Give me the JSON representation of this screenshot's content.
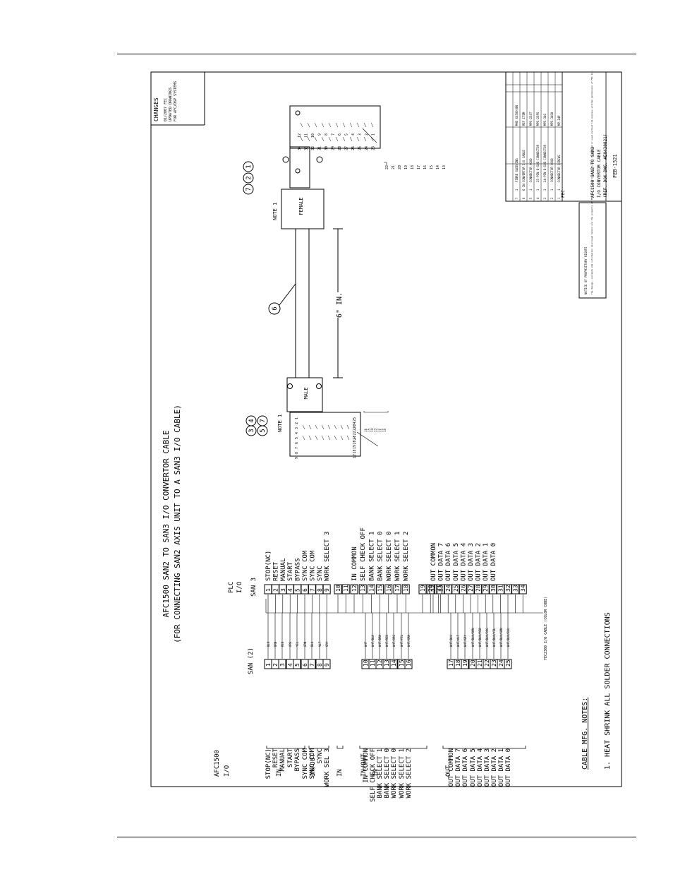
{
  "title": {
    "line1": "AFC1500 SAN2 TO SAN3 I/O CONVERTOR CABLE",
    "line2": "(FOR CONNECTING SAN2 AXIS UNIT TO A SAN3 I/O CABLE)"
  },
  "headers": {
    "afc": "AFC1500",
    "afc_io": "I/O",
    "san2": "SAN (2)",
    "plc": "PLC",
    "plc_io": "I/O",
    "san3": "SAN 3"
  },
  "groups": [
    "IN",
    "IN/OUT",
    "IN",
    "IN/OUT",
    "IN",
    "OUT"
  ],
  "san2_signals": [
    {
      "label": "STOP(NC)",
      "pin": "1",
      "color": "BLK"
    },
    {
      "label": "RESET",
      "pin": "2",
      "color": "BRN"
    },
    {
      "label": "MANUAL",
      "pin": "3",
      "color": "RED"
    },
    {
      "label": "START",
      "pin": "4",
      "color": "ORG"
    },
    {
      "label": "BYPASS",
      "pin": "5",
      "color": "YEL"
    },
    {
      "label": "SYNC COM",
      "pin": "6",
      "color": "GRN"
    },
    {
      "label": "SYNC COM",
      "pin": "7",
      "color": "BLU"
    },
    {
      "label": "SYNC",
      "pin": "8",
      "color": "VLT"
    },
    {
      "label": "WORK SEL 3",
      "pin": "9",
      "color": "GRY"
    },
    {
      "label": "IN COMMON",
      "pin": "10",
      "color": "WHT"
    },
    {
      "label": "SELF CHECK OFF",
      "pin": "11",
      "color": "WHT/BLK"
    },
    {
      "label": "BANK SELECT 1",
      "pin": "12",
      "color": "WHT/BRN"
    },
    {
      "label": "BANK SELECT 0",
      "pin": "13",
      "color": "WHT/RED"
    },
    {
      "label": "WORK SELECT 0",
      "pin": "14",
      "color": "WHT/ORG"
    },
    {
      "label": "WORK SELECT 1",
      "pin": "15",
      "color": "WHT/YEL"
    },
    {
      "label": "WORK SELECT 2",
      "pin": "16",
      "color": "WHT/GRN"
    },
    {
      "label": "OUT COMMON",
      "pin": "17",
      "color": "WHT/BLU"
    },
    {
      "label": "OUT DATA 7",
      "pin": "18",
      "color": "WHT/VLT"
    },
    {
      "label": "OUT DATA 6",
      "pin": "19",
      "color": "WHT/GRY"
    },
    {
      "label": "OUT DATA 5",
      "pin": "20",
      "color": "WHT/BLK/BRN"
    },
    {
      "label": "OUT DATA 4",
      "pin": "21",
      "color": "WHT/BLK/RED"
    },
    {
      "label": "OUT DATA 3",
      "pin": "22",
      "color": "WHT/BLK/ORG"
    },
    {
      "label": "OUT DATA 2",
      "pin": "23",
      "color": "WHT/BLK/YEL"
    },
    {
      "label": "OUT DATA 1",
      "pin": "24",
      "color": "WHT/BLK/GRN"
    },
    {
      "label": "OUT DATA 0",
      "pin": "25",
      "color": "WHT/BLK/BLU"
    }
  ],
  "san3_signals": [
    {
      "pin": "1",
      "label": "STOP(NC)"
    },
    {
      "pin": "2",
      "label": "RESET"
    },
    {
      "pin": "3",
      "label": "MANUAL"
    },
    {
      "pin": "4",
      "label": "START"
    },
    {
      "pin": "5",
      "label": "BYPASS"
    },
    {
      "pin": "6",
      "label": "SYNC COM"
    },
    {
      "pin": "7",
      "label": "SYNC COM"
    },
    {
      "pin": "8",
      "label": "SYNC"
    },
    {
      "pin": "9",
      "label": "WORK SELECT 3"
    },
    {
      "pin": "10",
      "label": ""
    },
    {
      "pin": "11",
      "label": ""
    },
    {
      "pin": "12",
      "label": "IN COMMON"
    },
    {
      "pin": "13",
      "label": "SELF CHECK OFF"
    },
    {
      "pin": "14",
      "label": "BANK SELECT 1"
    },
    {
      "pin": "15",
      "label": "BANK SELECT 0"
    },
    {
      "pin": "16",
      "label": "WORK SELECT 0"
    },
    {
      "pin": "17",
      "label": "WORK SELECT 1"
    },
    {
      "pin": "18",
      "label": "WORK SELECT 2"
    },
    {
      "pin": "19",
      "label": ""
    },
    {
      "pin": "20",
      "label": ""
    },
    {
      "pin": "21",
      "label": ""
    },
    {
      "pin": "22",
      "label": "OUT COMMON"
    },
    {
      "pin": "23",
      "label": "OUT DATA 7"
    },
    {
      "pin": "24",
      "label": "OUT DATA 6"
    },
    {
      "pin": "25",
      "label": "OUT DATA 5"
    },
    {
      "pin": "26",
      "label": "OUT DATA 4"
    },
    {
      "pin": "27",
      "label": "OUT DATA 3"
    },
    {
      "pin": "28",
      "label": "OUT DATA 2"
    },
    {
      "pin": "29",
      "label": "OUT DATA 1"
    },
    {
      "pin": "30",
      "label": "OUT DATA 0"
    },
    {
      "pin": "31",
      "label": ""
    },
    {
      "pin": "32",
      "label": ""
    },
    {
      "pin": "33",
      "label": ""
    },
    {
      "pin": "34",
      "label": ""
    }
  ],
  "cable_note": "FEC2300 I/O CABLE (COLOR CODE)",
  "connectors": {
    "male_label": "MALE",
    "female_label": "FEMALE",
    "note_left": "NOTE 1",
    "note_right": "NOTE 1",
    "length": "6\" IN.",
    "balloon_cable": "6",
    "balloons_left": [
      "4",
      "3",
      "7",
      "5"
    ],
    "balloons_right": [
      "7",
      "2",
      "1"
    ],
    "male_top_pins": [
      "9",
      "8",
      "7",
      "6",
      "5",
      "4",
      "3",
      "2",
      "1"
    ],
    "male_bottom_pins": [
      "25",
      "24",
      "23",
      "22",
      "21",
      "20",
      "19",
      "18",
      "17"
    ],
    "male_bracket_pins": [
      "16",
      "15",
      "14",
      "13",
      "12",
      "11",
      "10"
    ],
    "female_top_pins": [
      "34",
      "33",
      "32",
      "31",
      "30",
      "29",
      "28",
      "27",
      "26",
      "25",
      "24",
      "23"
    ],
    "female_bottom_pins": [
      "12",
      "11",
      "10",
      "9",
      "8",
      "7",
      "6",
      "5",
      "4",
      "3",
      "2",
      "1"
    ],
    "female_bracket_pins": [
      "22",
      "21",
      "20",
      "19",
      "18",
      "17",
      "16",
      "15",
      "14",
      "13"
    ]
  },
  "cable_notes": {
    "heading": "CABLE MFG. NOTES:",
    "note1": "1. HEAT SHRINK ALL SOLDER CONNECTIONS"
  },
  "changes": {
    "title": "CHANGES",
    "line1": "01/2007 FEC",
    "line2": "UPDATED DRAWINGS",
    "line3": "FOR AFC/DSP SYSTEMS"
  },
  "proprietary": {
    "title": "NOTICE OF PROPRIETARY RIGHTS",
    "text": "The design, concepts and information disclosed herein are the property of FEC and are not to be disclosed, reproduced or used without the express written permission of FEC Inc."
  },
  "title_block": {
    "drawing_title": "AFC1500 SAN2 TO SAN3",
    "drawing_subtitle": "I/O CONVERTOR CABLE",
    "ref": "(REF. DOK DWG. #E0430821)",
    "drawing_no": "FEB-1521",
    "company": "FEC",
    "bom": [
      {
        "item": "7",
        "qty": "1",
        "part": "MHS XX500/BN",
        "desc": "FIBRE SLEEVING"
      },
      {
        "item": "6",
        "qty": "6 IN",
        "part": "REF ITEM",
        "desc": "CONVERTOR I/O CABLE"
      },
      {
        "item": "5",
        "qty": "1",
        "part": "MPS-25ST",
        "desc": "CONNECTOR HOOD"
      },
      {
        "item": "4",
        "qty": "1",
        "part": "MPS-25PS",
        "desc": "25-PIN D-SUB CONNECTOR"
      },
      {
        "item": "3",
        "qty": "1",
        "part": "MPS-34S",
        "desc": "34-PIN D-SUB CONNECTOR"
      },
      {
        "item": "2",
        "qty": "1",
        "part": "MPS-34SH",
        "desc": "CONNECTOR HOOD"
      },
      {
        "item": "1",
        "qty": "1",
        "part": "MP-34P",
        "desc": "CONNECTOR SCREWS"
      }
    ]
  }
}
